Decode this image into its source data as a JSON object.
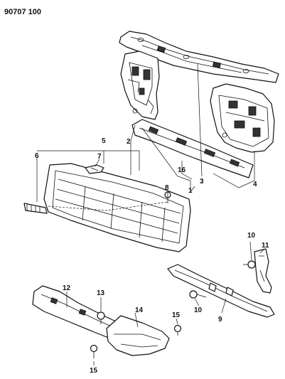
{
  "diagram_code": "90707 100",
  "callouts": {
    "c1": "1",
    "c2": "2",
    "c3": "3",
    "c4": "4",
    "c5": "5",
    "c6": "6",
    "c7": "7",
    "c8": "8",
    "c9": "9",
    "c10a": "10",
    "c10b": "10",
    "c11": "11",
    "c12": "12",
    "c13": "13",
    "c14": "14",
    "c15a": "15",
    "c15b": "15",
    "c16": "16"
  }
}
